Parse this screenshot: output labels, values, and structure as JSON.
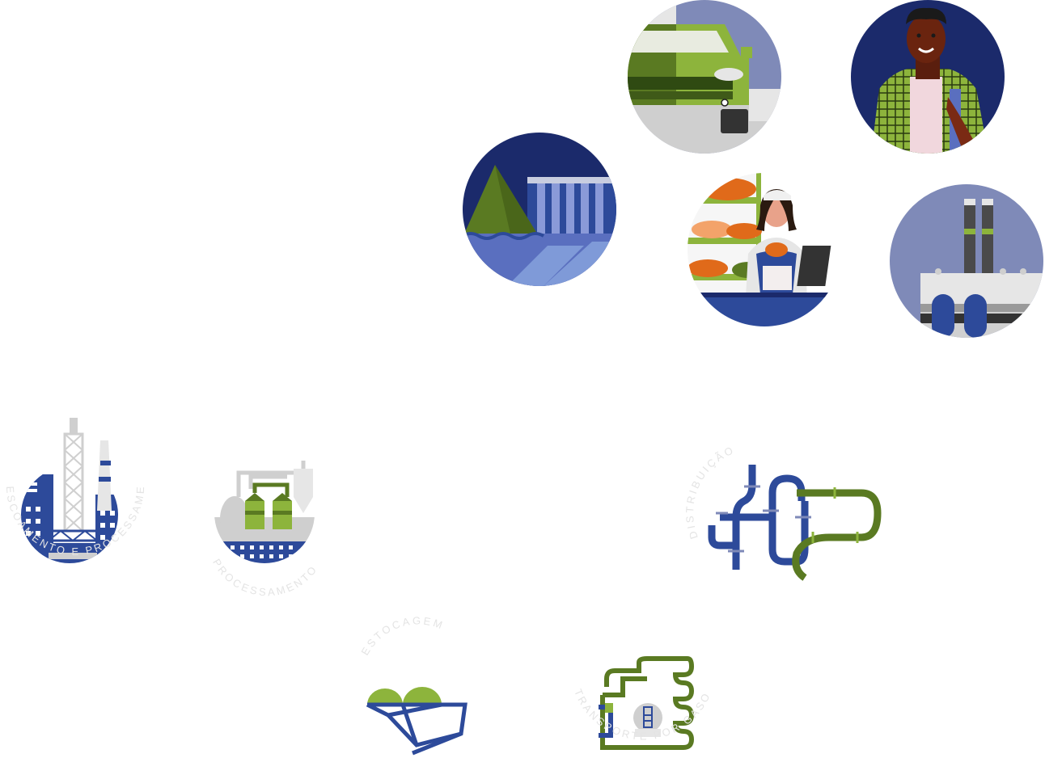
{
  "stages": {
    "escoamento": "ESCOAMENTO E PROCESSAMENTO",
    "processamento": "PROCESSAMENTO",
    "distribuicao": "DISTRIBUIÇÃO",
    "estocagem": "ESTOCAGEM",
    "transporte": "TRANSPORTE POR GASODUTO"
  },
  "colors": {
    "navy": "#1b2a6b",
    "blue": "#2d4a9a",
    "slate": "#7f8ab8",
    "green": "#8db43c",
    "dark_green": "#5a7a22",
    "grey": "#cfcfcf",
    "orange": "#e06a1a"
  },
  "icons": [
    "hydroelectric-dam-icon",
    "car-icon",
    "person-icon",
    "bakery-worker-icon",
    "industrial-plant-icon",
    "offshore-platform-icon",
    "gas-processing-plant-icon",
    "distribution-pipes-icon",
    "storage-tanks-icon",
    "gas-pipeline-icon"
  ]
}
